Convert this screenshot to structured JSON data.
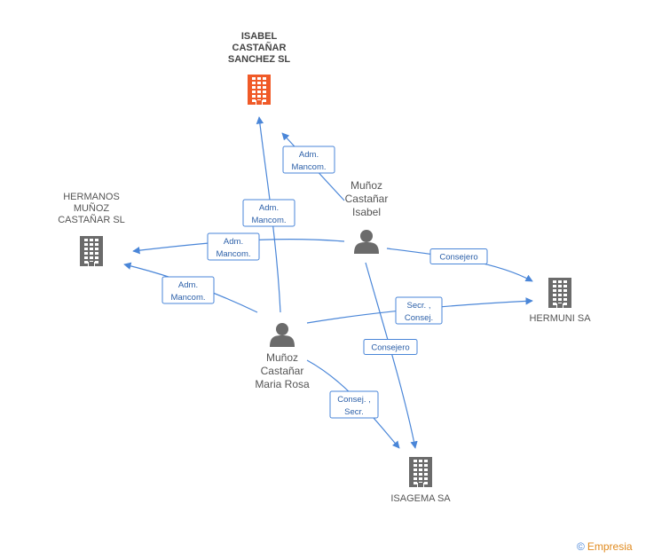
{
  "nodes": {
    "isabel_castanar_sanchez_sl": {
      "label": [
        "ISABEL",
        "CASTAÑAR",
        "SANCHEZ SL"
      ],
      "type": "company",
      "color": "#f05a28"
    },
    "hermanos_munoz_castanar_sl": {
      "label": [
        "HERMANOS",
        "MUÑOZ",
        "CASTAÑAR SL"
      ],
      "type": "company",
      "color": "#6b6b6b"
    },
    "hermuni_sa": {
      "label": [
        "HERMUNI SA"
      ],
      "type": "company",
      "color": "#6b6b6b"
    },
    "isagema_sa": {
      "label": [
        "ISAGEMA SA"
      ],
      "type": "company",
      "color": "#6b6b6b"
    },
    "munoz_castanar_isabel": {
      "label": [
        "Muñoz",
        "Castañar",
        "Isabel"
      ],
      "type": "person",
      "color": "#6b6b6b"
    },
    "munoz_castanar_maria_rosa": {
      "label": [
        "Muñoz",
        "Castañar",
        "Maria Rosa"
      ],
      "type": "person",
      "color": "#6b6b6b"
    }
  },
  "edges": [
    {
      "from": "munoz_castanar_isabel",
      "to": "isabel_castanar_sanchez_sl",
      "label": [
        "Adm.",
        "Mancom."
      ]
    },
    {
      "from": "munoz_castanar_maria_rosa",
      "to": "isabel_castanar_sanchez_sl",
      "label": [
        "Adm.",
        "Mancom."
      ]
    },
    {
      "from": "munoz_castanar_isabel",
      "to": "hermanos_munoz_castanar_sl",
      "label": [
        "Adm.",
        "Mancom."
      ]
    },
    {
      "from": "munoz_castanar_maria_rosa",
      "to": "hermanos_munoz_castanar_sl",
      "label": [
        "Adm.",
        "Mancom."
      ]
    },
    {
      "from": "munoz_castanar_isabel",
      "to": "hermuni_sa",
      "label": [
        "Consejero"
      ]
    },
    {
      "from": "munoz_castanar_maria_rosa",
      "to": "hermuni_sa",
      "label": [
        "Secr. ,",
        "Consej."
      ]
    },
    {
      "from": "munoz_castanar_isabel",
      "to": "isagema_sa",
      "label": [
        "Consejero"
      ]
    },
    {
      "from": "munoz_castanar_maria_rosa",
      "to": "isagema_sa",
      "label": [
        "Consej. ,",
        "Secr."
      ]
    }
  ],
  "colors": {
    "edge": "#4a86d8",
    "highlight_company": "#f05a28",
    "company": "#6b6b6b",
    "person": "#6b6b6b"
  },
  "watermark": {
    "symbol": "©",
    "brand": "Empresia"
  }
}
